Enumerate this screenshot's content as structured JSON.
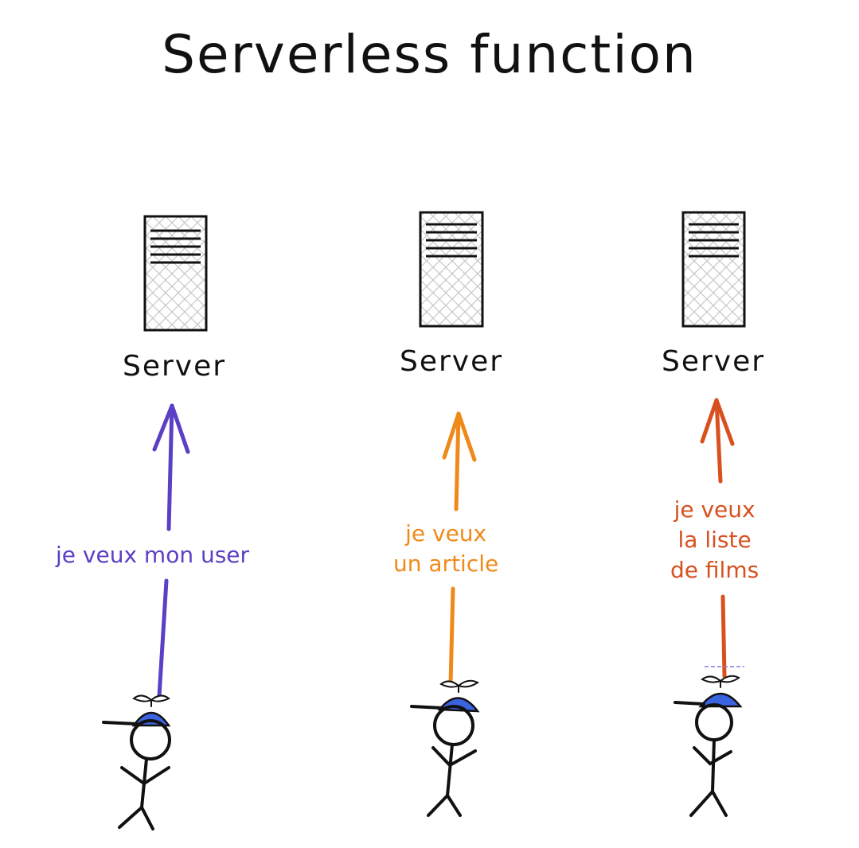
{
  "title": "Serverless function",
  "columns": [
    {
      "server_label": "Server",
      "request_lines": [
        "je veux mon user"
      ],
      "color": "#5b3fc4"
    },
    {
      "server_label": "Server",
      "request_lines": [
        "je veux",
        "un article"
      ],
      "color": "#ef8a1a"
    },
    {
      "server_label": "Server",
      "request_lines": [
        "je veux",
        "la liste",
        "de films"
      ],
      "color": "#d9501f"
    }
  ],
  "colors": {
    "ink": "#111111",
    "cap_blue": "#3a63e0",
    "hatch": "#c8c8c8"
  },
  "icons": [
    "server-icon",
    "stick-figure-icon",
    "propeller-cap-icon",
    "arrow-up-icon"
  ]
}
